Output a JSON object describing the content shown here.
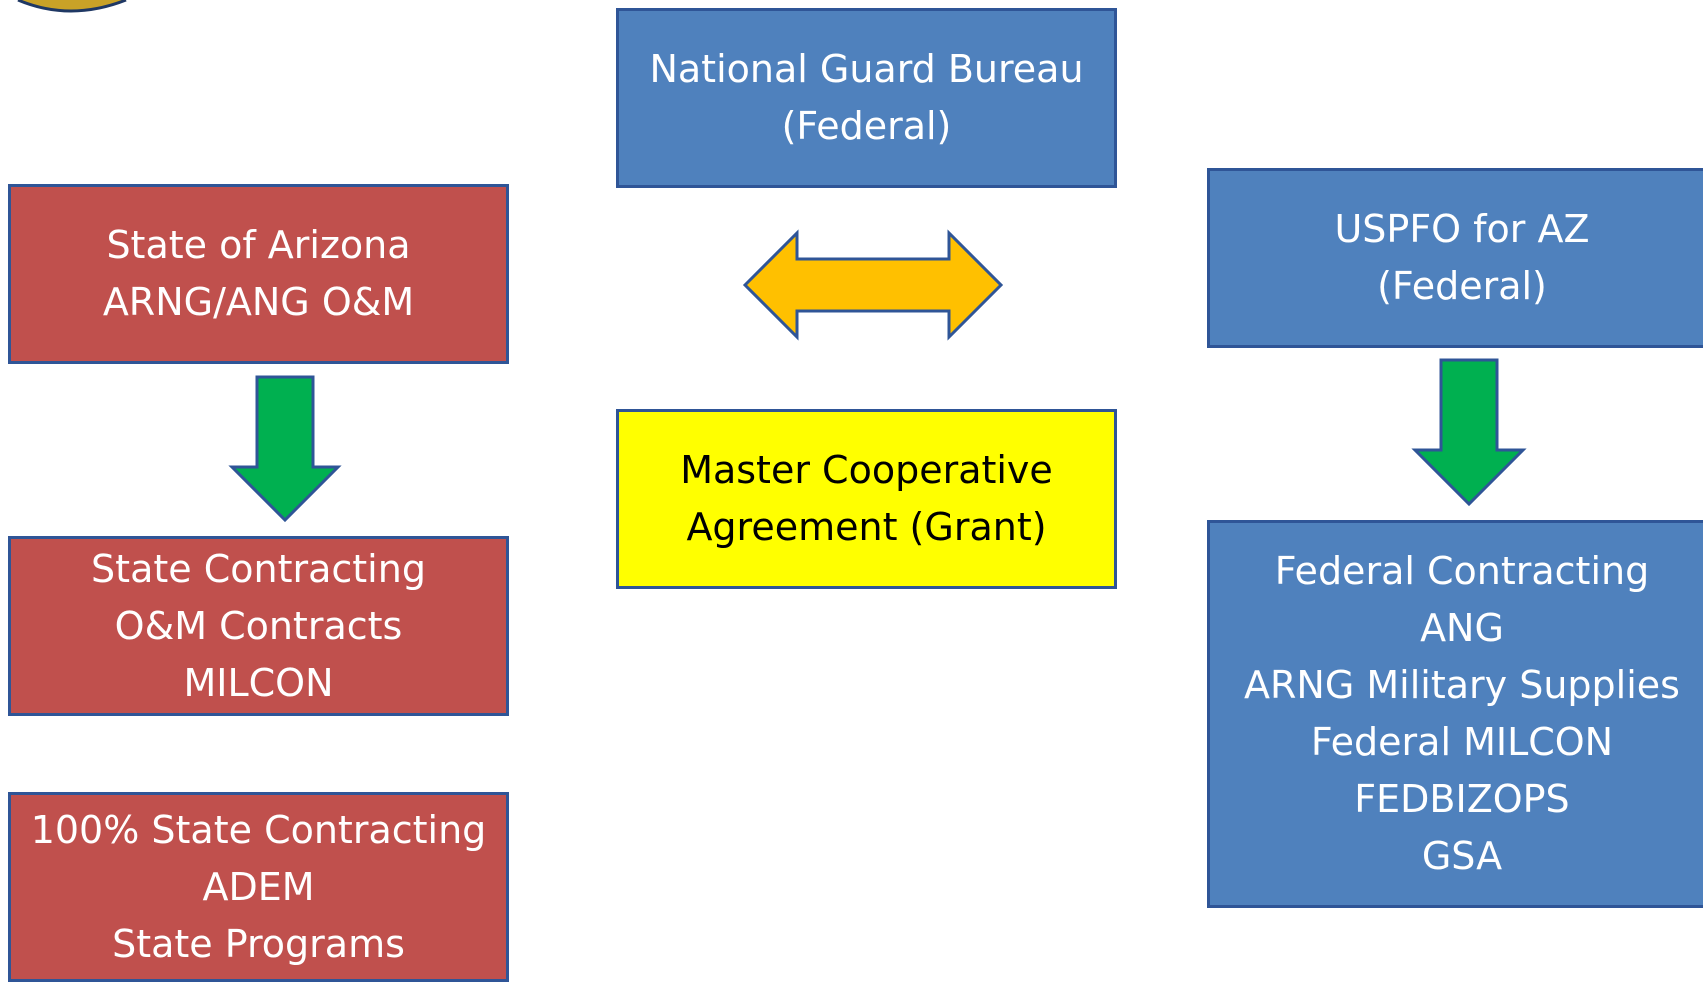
{
  "diagram": {
    "nodes": {
      "ngb": {
        "lines": [
          "National Guard Bureau",
          "(Federal)"
        ]
      },
      "state_az": {
        "lines": [
          "State of Arizona",
          "ARNG/ANG O&M"
        ]
      },
      "state_contracting": {
        "lines": [
          "State Contracting",
          "O&M Contracts",
          "MILCON"
        ]
      },
      "state_100": {
        "lines": [
          "100% State Contracting",
          "ADEM",
          "State Programs"
        ]
      },
      "mca": {
        "lines": [
          "Master Cooperative",
          "Agreement (Grant)"
        ]
      },
      "uspfo": {
        "lines": [
          "USPFO for AZ",
          "(Federal)"
        ]
      },
      "federal_contracting": {
        "lines": [
          "Federal Contracting",
          "ANG",
          "ARNG Military Supplies",
          "Federal MILCON",
          "FEDBIZOPS",
          "GSA"
        ]
      }
    },
    "edges": [
      {
        "from": "state_az",
        "to": "state_contracting",
        "style": "down-arrow",
        "color": "#00b050"
      },
      {
        "from": "uspfo",
        "to": "federal_contracting",
        "style": "down-arrow",
        "color": "#00b050"
      },
      {
        "between": [
          "state_az",
          "uspfo"
        ],
        "style": "double-arrow",
        "color": "#ffc000"
      }
    ],
    "colors": {
      "state": "#c0504d",
      "federal": "#4f81bd",
      "agreement": "#ffff00",
      "border": "#2f5597"
    }
  }
}
